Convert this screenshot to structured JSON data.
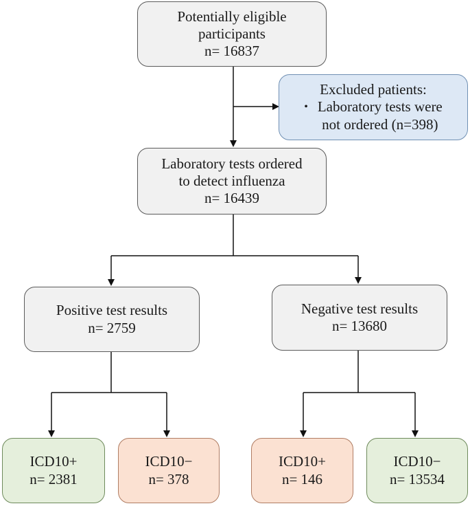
{
  "boxes": {
    "eligible": {
      "line1": "Potentially eligible",
      "line2": "participants",
      "count": "n= 16837"
    },
    "excluded": {
      "title": "Excluded patients:",
      "bullet": "•",
      "line1": "Laboratory tests were",
      "line2": "not ordered (n=398)"
    },
    "ordered": {
      "line1": "Laboratory tests ordered",
      "line2": "to detect influenza",
      "count": "n= 16439"
    },
    "positive": {
      "label": "Positive test results",
      "count": "n= 2759"
    },
    "negative": {
      "label": "Negative test results",
      "count": "n= 13680"
    },
    "pos_icd_plus": {
      "label": "ICD10+",
      "count": "n= 2381"
    },
    "pos_icd_minus": {
      "label": "ICD10−",
      "count": "n= 378"
    },
    "neg_icd_plus": {
      "label": "ICD10+",
      "count": "n= 146"
    },
    "neg_icd_minus": {
      "label": "ICD10−",
      "count": "n= 13534"
    }
  },
  "colors": {
    "neutral_fill": "#f1f1f1",
    "excluded_fill": "#dde8f5",
    "match_fill": "#e5efdc",
    "mismatch_fill": "#fbe1d2"
  }
}
